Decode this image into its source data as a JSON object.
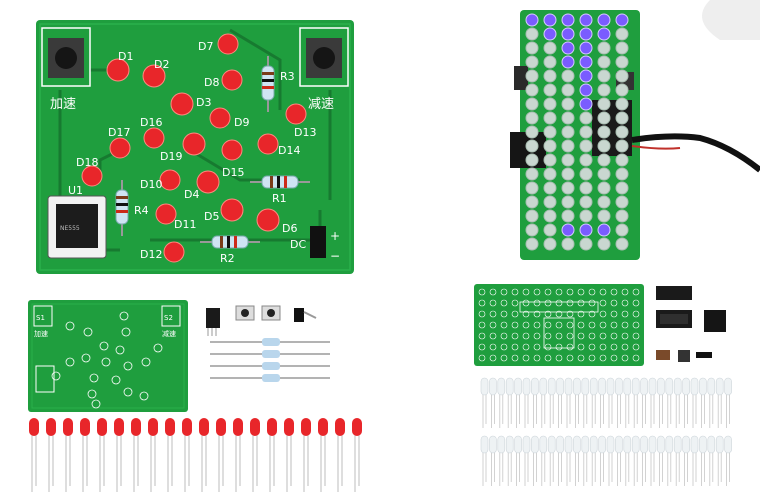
{
  "board1": {
    "button_left_label": "加速",
    "button_right_label": "减速",
    "led_labels": {
      "d1": "D1",
      "d2": "D2",
      "d3": "D3",
      "d4": "D4",
      "d5": "D5",
      "d6": "D6",
      "d7": "D7",
      "d8": "D8",
      "d9": "D9",
      "d10": "D10",
      "d11": "D11",
      "d12": "D12",
      "d13": "D13",
      "d14": "D14",
      "d15": "D15",
      "d16": "D16",
      "d17": "D17",
      "d18": "D18",
      "d19": "D19"
    },
    "resistor_labels": {
      "r1": "R1",
      "r2": "R2",
      "r3": "R3",
      "r4": "R4"
    },
    "chip_label": "U1",
    "power_label": "DC",
    "plus_sign": "+",
    "minus_sign": "−"
  },
  "board3": {
    "s1_label": "S1",
    "s2_label": "S2",
    "right_label": "减速",
    "left_label": "加速"
  },
  "colors": {
    "pcb_green": "#1f9e3e",
    "led_red": "#e8262a",
    "led_blue": "#5b3cff",
    "background": "#ffffff"
  }
}
